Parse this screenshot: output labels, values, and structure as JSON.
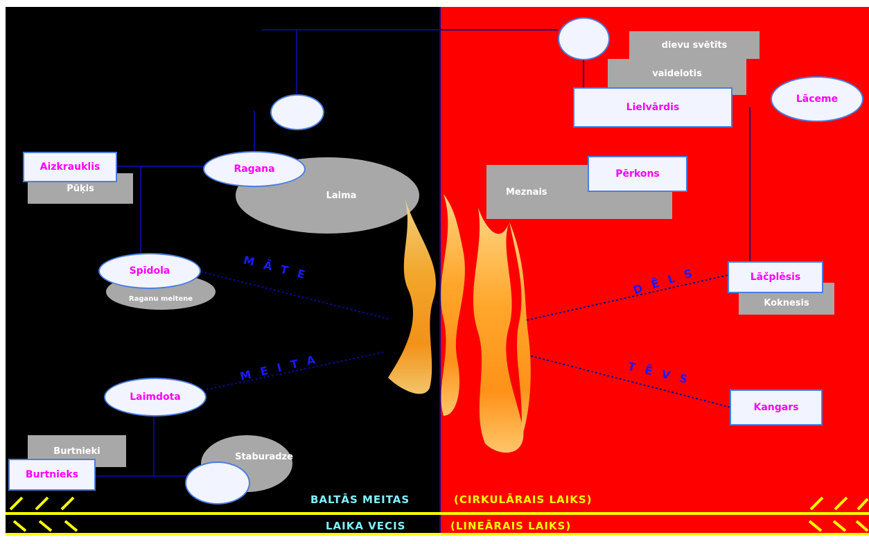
{
  "figures": {
    "dievu_svetits": "dievu svētīts",
    "vaidelotis": "vaidelotis",
    "lielvardis": "Lielvārdis",
    "laceme": "Lāceme",
    "aizkraukls": "Aizkrauklis",
    "pukis": "Pūķis",
    "ragana": "Ragana",
    "laima": "Laima",
    "perkons": "Pērkons",
    "meznieks": "Meznais",
    "spidola": "Spīdola",
    "raganu_meitene": "Raganu meitene",
    "lacplesis": "Lāčplēsis",
    "koknesis": "Koknesis",
    "laimdota": "Laimdota",
    "kangars": "Kangars",
    "burtnieki": "Burtnieki",
    "burtnieks": "Burtnieks",
    "staburadze": "Staburadze"
  },
  "relations": {
    "mate": "MĀTE",
    "meita": "MEITA",
    "dels": "DĒLS",
    "tevs": "TĒVS"
  },
  "footer": {
    "baltas_meitas": "BALTĀS MEITAS",
    "cirkularais": "(CIRKULĀRAIS LAIKS)",
    "laika_vecis": "LAIKA VECIS",
    "linearais": "(LINEĀRAIS LAIKS)"
  },
  "colors": {
    "left_background": "#000000",
    "right_background": "#ff0000",
    "line": "#0a0a8a",
    "label_text": "#ff00ff",
    "footer_cyan": "#7ff5ff",
    "footer_yellow": "#ffff00"
  }
}
